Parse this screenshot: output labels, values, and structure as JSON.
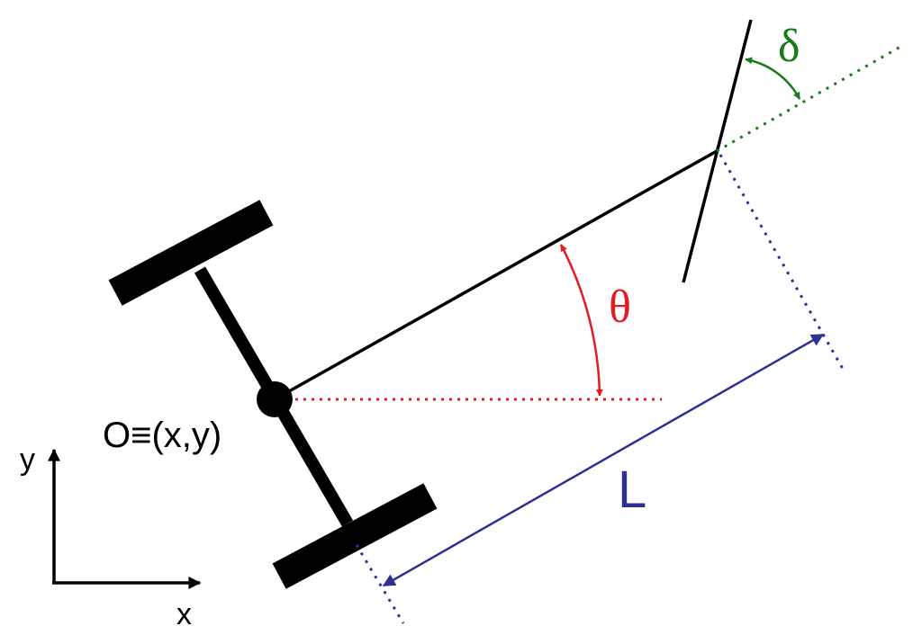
{
  "colors": {
    "body": "#000000",
    "theta": "#e31b23",
    "delta": "#1a7a1a",
    "length": "#2e3192"
  },
  "labels": {
    "origin": "O≡(x,y)",
    "theta": "θ",
    "delta": "δ",
    "length": "L",
    "y_axis": "y",
    "x_axis": "x"
  }
}
